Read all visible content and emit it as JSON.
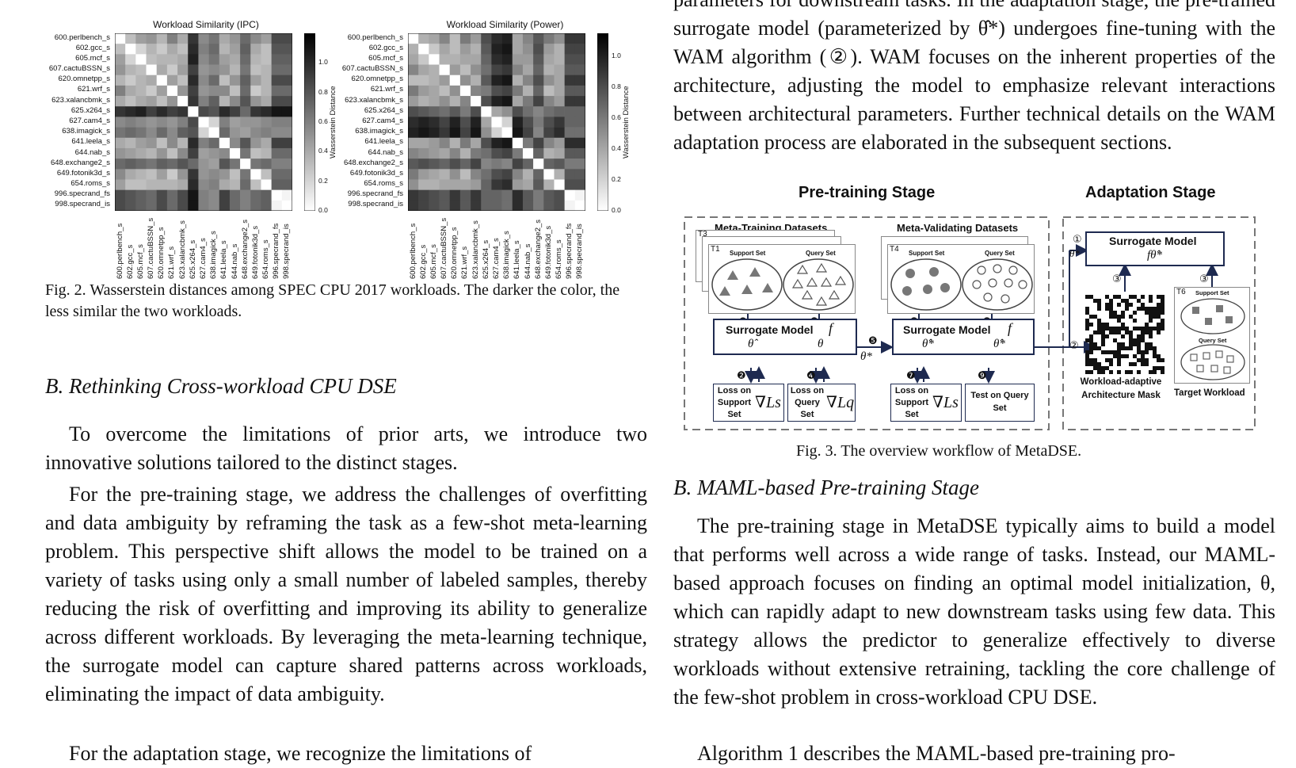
{
  "right_col": {
    "p_top": "parameters for downstream tasks. In the adaptation stage, the pre-trained surrogate model (parameterized by θ̂*) undergoes fine-tuning with the WAM algorithm (②). WAM focuses on the inherent properties of the architecture, adjusting the model to emphasize relevant interactions between architectural parameters. Further technical details on the WAM adaptation process are elaborated in the subsequent sections.",
    "fig3_caption": "Fig. 3.  The overview workflow of MetaDSE.",
    "section_b": "B.  MAML-based Pre-training Stage",
    "p_maml": "The pre-training stage in MetaDSE typically aims to build a model that performs well across a wide range of tasks. Instead, our MAML-based approach focuses on finding an optimal model initialization, θ, which can rapidly adapt to new downstream tasks using few data. This strategy allows the predictor to generalize effectively to diverse workloads without extensive retraining, tackling the core challenge of the few-shot problem in cross-workload CPU DSE.",
    "p_algo": "Algorithm 1 describes the MAML-based pre-training pro-"
  },
  "left_col": {
    "fig2_caption": "Fig. 2.  Wasserstein distances among SPEC CPU 2017 workloads. The darker the color, the less similar the two workloads.",
    "section_b": "B.  Rethinking Cross-workload CPU DSE",
    "p1": "To overcome the limitations of prior arts, we introduce two innovative solutions tailored to the distinct stages.",
    "p2": "For the pre-training stage, we address the challenges of overfitting and data ambiguity by reframing the task as a few-shot meta-learning problem. This perspective shift allows the model to be trained on a variety of tasks using only a small number of labeled samples, thereby reducing the risk of overfitting and improving its ability to generalize across different workloads. By leveraging the meta-learning technique, the surrogate model can capture shared patterns across workloads, eliminating the impact of data ambiguity.",
    "p3": "For the adaptation stage, we recognize the limitations of"
  },
  "chart_data": [
    {
      "type": "heatmap",
      "title": "Workload Similarity (IPC)",
      "colorbar_label": "Wasserstein Distance",
      "colorbar_ticks": [
        "0.0",
        "0.2",
        "0.4",
        "0.6",
        "0.8",
        "1.0"
      ],
      "colorbar_range": [
        0,
        1.2
      ],
      "colormap": "greys (white=low, black=high)",
      "labels": [
        "600.perlbench_s",
        "602.gcc_s",
        "605.mcf_s",
        "607.cactuBSSN_s",
        "620.omnetpp_s",
        "621.wrf_s",
        "623.xalancbmk_s",
        "625.x264_s",
        "627.cam4_s",
        "638.imagick_s",
        "641.leela_s",
        "644.nab_s",
        "648.exchange2_s",
        "649.fotonik3d_s",
        "654.roms_s",
        "996.specrand_fs",
        "998.specrand_is"
      ],
      "values": [
        [
          0.0,
          0.3,
          0.45,
          0.5,
          0.35,
          0.6,
          0.4,
          0.95,
          0.55,
          0.65,
          0.4,
          0.5,
          0.7,
          0.55,
          0.45,
          0.85,
          0.85
        ],
        [
          0.3,
          0.0,
          0.2,
          0.35,
          0.25,
          0.4,
          0.3,
          1.0,
          0.6,
          0.7,
          0.35,
          0.45,
          0.75,
          0.4,
          0.3,
          0.8,
          0.8
        ],
        [
          0.45,
          0.2,
          0.0,
          0.3,
          0.35,
          0.35,
          0.4,
          1.05,
          0.55,
          0.65,
          0.45,
          0.4,
          0.7,
          0.35,
          0.3,
          0.75,
          0.75
        ],
        [
          0.5,
          0.35,
          0.3,
          0.0,
          0.4,
          0.25,
          0.45,
          0.9,
          0.5,
          0.55,
          0.5,
          0.35,
          0.65,
          0.3,
          0.35,
          0.7,
          0.7
        ],
        [
          0.35,
          0.25,
          0.35,
          0.4,
          0.0,
          0.45,
          0.3,
          1.0,
          0.55,
          0.7,
          0.3,
          0.5,
          0.75,
          0.45,
          0.35,
          0.85,
          0.85
        ],
        [
          0.6,
          0.4,
          0.35,
          0.25,
          0.45,
          0.0,
          0.5,
          0.9,
          0.5,
          0.55,
          0.55,
          0.3,
          0.7,
          0.25,
          0.35,
          0.7,
          0.7
        ],
        [
          0.4,
          0.3,
          0.4,
          0.45,
          0.3,
          0.5,
          0.0,
          0.95,
          0.6,
          0.75,
          0.35,
          0.55,
          0.8,
          0.5,
          0.4,
          0.85,
          0.85
        ],
        [
          0.95,
          1.0,
          1.05,
          0.9,
          1.0,
          0.9,
          0.95,
          0.0,
          0.85,
          0.8,
          1.0,
          0.9,
          0.7,
          0.95,
          1.0,
          1.1,
          1.1
        ],
        [
          0.55,
          0.6,
          0.55,
          0.5,
          0.55,
          0.5,
          0.6,
          0.85,
          0.0,
          0.2,
          0.6,
          0.45,
          0.5,
          0.5,
          0.55,
          0.6,
          0.6
        ],
        [
          0.65,
          0.7,
          0.65,
          0.55,
          0.7,
          0.55,
          0.75,
          0.8,
          0.2,
          0.0,
          0.7,
          0.5,
          0.45,
          0.55,
          0.6,
          0.55,
          0.55
        ],
        [
          0.4,
          0.35,
          0.45,
          0.5,
          0.3,
          0.55,
          0.35,
          1.0,
          0.6,
          0.7,
          0.0,
          0.55,
          0.8,
          0.5,
          0.4,
          0.9,
          0.9
        ],
        [
          0.5,
          0.45,
          0.4,
          0.35,
          0.5,
          0.3,
          0.55,
          0.9,
          0.45,
          0.5,
          0.55,
          0.0,
          0.65,
          0.3,
          0.35,
          0.7,
          0.7
        ],
        [
          0.7,
          0.75,
          0.7,
          0.65,
          0.75,
          0.7,
          0.8,
          0.7,
          0.5,
          0.45,
          0.8,
          0.65,
          0.0,
          0.65,
          0.7,
          0.6,
          0.6
        ],
        [
          0.55,
          0.4,
          0.35,
          0.3,
          0.45,
          0.25,
          0.5,
          0.95,
          0.5,
          0.55,
          0.5,
          0.3,
          0.65,
          0.0,
          0.3,
          0.7,
          0.7
        ],
        [
          0.45,
          0.3,
          0.3,
          0.35,
          0.35,
          0.35,
          0.4,
          1.0,
          0.55,
          0.6,
          0.4,
          0.35,
          0.7,
          0.3,
          0.0,
          0.75,
          0.75
        ],
        [
          0.85,
          0.8,
          0.75,
          0.7,
          0.85,
          0.7,
          0.85,
          1.1,
          0.6,
          0.55,
          0.9,
          0.7,
          0.6,
          0.7,
          0.75,
          0.0,
          0.05
        ],
        [
          0.85,
          0.8,
          0.75,
          0.7,
          0.85,
          0.7,
          0.85,
          1.1,
          0.6,
          0.55,
          0.9,
          0.7,
          0.6,
          0.7,
          0.75,
          0.05,
          0.0
        ]
      ]
    },
    {
      "type": "heatmap",
      "title": "Workload Similarity (Power)",
      "colorbar_label": "Wasserstein Distance",
      "colorbar_ticks": [
        "0.0",
        "0.2",
        "0.4",
        "0.6",
        "0.8",
        "1.0"
      ],
      "colorbar_range": [
        0,
        1.15
      ],
      "colormap": "greys (white=low, black=high)",
      "labels": [
        "600.perlbench_s",
        "602.gcc_s",
        "605.mcf_s",
        "607.cactuBSSN_s",
        "620.omnetpp_s",
        "621.wrf_s",
        "623.xalancbmk_s",
        "625.x264_s",
        "627.cam4_s",
        "638.imagick_s",
        "641.leela_s",
        "644.nab_s",
        "648.exchange2_s",
        "649.fotonik3d_s",
        "654.roms_s",
        "996.specrand_fs",
        "998.specrand_is"
      ],
      "values": [
        [
          0.0,
          0.35,
          0.4,
          0.55,
          0.3,
          0.6,
          0.45,
          0.8,
          0.95,
          1.0,
          0.4,
          0.55,
          0.75,
          0.6,
          0.5,
          0.9,
          0.9
        ],
        [
          0.35,
          0.0,
          0.25,
          0.4,
          0.3,
          0.45,
          0.35,
          0.75,
          1.0,
          1.05,
          0.4,
          0.5,
          0.8,
          0.45,
          0.35,
          0.85,
          0.85
        ],
        [
          0.4,
          0.25,
          0.0,
          0.35,
          0.35,
          0.4,
          0.4,
          0.7,
          0.95,
          1.0,
          0.45,
          0.45,
          0.75,
          0.4,
          0.35,
          0.8,
          0.8
        ],
        [
          0.55,
          0.4,
          0.35,
          0.0,
          0.45,
          0.3,
          0.5,
          0.65,
          0.85,
          0.9,
          0.55,
          0.4,
          0.7,
          0.35,
          0.4,
          0.75,
          0.75
        ],
        [
          0.3,
          0.3,
          0.35,
          0.45,
          0.0,
          0.5,
          0.35,
          0.75,
          1.0,
          1.05,
          0.35,
          0.55,
          0.8,
          0.5,
          0.4,
          0.9,
          0.9
        ],
        [
          0.6,
          0.45,
          0.4,
          0.3,
          0.5,
          0.0,
          0.55,
          0.6,
          0.8,
          0.85,
          0.6,
          0.35,
          0.7,
          0.3,
          0.4,
          0.75,
          0.75
        ],
        [
          0.45,
          0.35,
          0.4,
          0.5,
          0.35,
          0.55,
          0.0,
          0.8,
          1.0,
          1.05,
          0.4,
          0.6,
          0.85,
          0.55,
          0.45,
          0.9,
          0.9
        ],
        [
          0.8,
          0.75,
          0.7,
          0.65,
          0.75,
          0.6,
          0.8,
          0.0,
          0.4,
          0.5,
          0.8,
          0.65,
          0.55,
          0.65,
          0.7,
          0.7,
          0.7
        ],
        [
          0.95,
          1.0,
          0.95,
          0.85,
          1.0,
          0.8,
          1.0,
          0.4,
          0.0,
          0.2,
          1.0,
          0.8,
          0.6,
          0.8,
          0.9,
          0.7,
          0.7
        ],
        [
          1.0,
          1.05,
          1.0,
          0.9,
          1.05,
          0.85,
          1.05,
          0.5,
          0.2,
          0.0,
          1.05,
          0.85,
          0.55,
          0.85,
          0.95,
          0.65,
          0.65
        ],
        [
          0.4,
          0.4,
          0.45,
          0.55,
          0.35,
          0.6,
          0.4,
          0.8,
          1.0,
          1.05,
          0.0,
          0.6,
          0.85,
          0.55,
          0.45,
          0.95,
          0.95
        ],
        [
          0.55,
          0.5,
          0.45,
          0.4,
          0.55,
          0.35,
          0.6,
          0.65,
          0.8,
          0.85,
          0.6,
          0.0,
          0.7,
          0.35,
          0.4,
          0.75,
          0.75
        ],
        [
          0.75,
          0.8,
          0.75,
          0.7,
          0.8,
          0.7,
          0.85,
          0.55,
          0.6,
          0.55,
          0.85,
          0.7,
          0.0,
          0.7,
          0.75,
          0.6,
          0.6
        ],
        [
          0.6,
          0.45,
          0.4,
          0.35,
          0.5,
          0.3,
          0.55,
          0.65,
          0.8,
          0.85,
          0.55,
          0.35,
          0.7,
          0.0,
          0.35,
          0.75,
          0.75
        ],
        [
          0.5,
          0.35,
          0.35,
          0.4,
          0.4,
          0.4,
          0.45,
          0.7,
          0.9,
          0.95,
          0.45,
          0.4,
          0.75,
          0.35,
          0.0,
          0.8,
          0.8
        ],
        [
          0.9,
          0.85,
          0.8,
          0.75,
          0.9,
          0.75,
          0.9,
          0.7,
          0.7,
          0.65,
          0.95,
          0.75,
          0.6,
          0.75,
          0.8,
          0.0,
          0.05
        ],
        [
          0.9,
          0.85,
          0.8,
          0.75,
          0.9,
          0.75,
          0.9,
          0.7,
          0.7,
          0.65,
          0.95,
          0.75,
          0.6,
          0.75,
          0.8,
          0.05,
          0.0
        ]
      ]
    }
  ],
  "diagram": {
    "pretraining_title": "Pre-training Stage",
    "adaptation_title": "Adaptation Stage",
    "meta_train_label": "Meta-Training  Datasets",
    "meta_val_label": "Meta-Validating Datasets",
    "t3": "T3",
    "t1": "T1",
    "t4": "T4",
    "t6": "T6",
    "support_set": "Support Set",
    "query_set": "Query Set",
    "surrogate_model": "Surrogate Model",
    "f": "f",
    "f_theta": "fθ̂*",
    "theta_hat": "θ̂",
    "theta": "θ",
    "theta_star": "θ*",
    "theta_hat_star": "θ̂*",
    "loss_support": "Loss on Support Set",
    "loss_query": "Loss on Query Set",
    "test_query": "Test on Query Set",
    "grad_ls": "∇Ls",
    "grad_lq": "∇Lq",
    "wam_label": "Workload-adaptive Architecture Mask",
    "target_workload": "Target Workload",
    "steps": [
      "❶",
      "❷",
      "❸",
      "❹",
      "❺",
      "❻",
      "❼",
      "❽",
      "❾",
      "①",
      "②",
      "③",
      "③"
    ]
  }
}
